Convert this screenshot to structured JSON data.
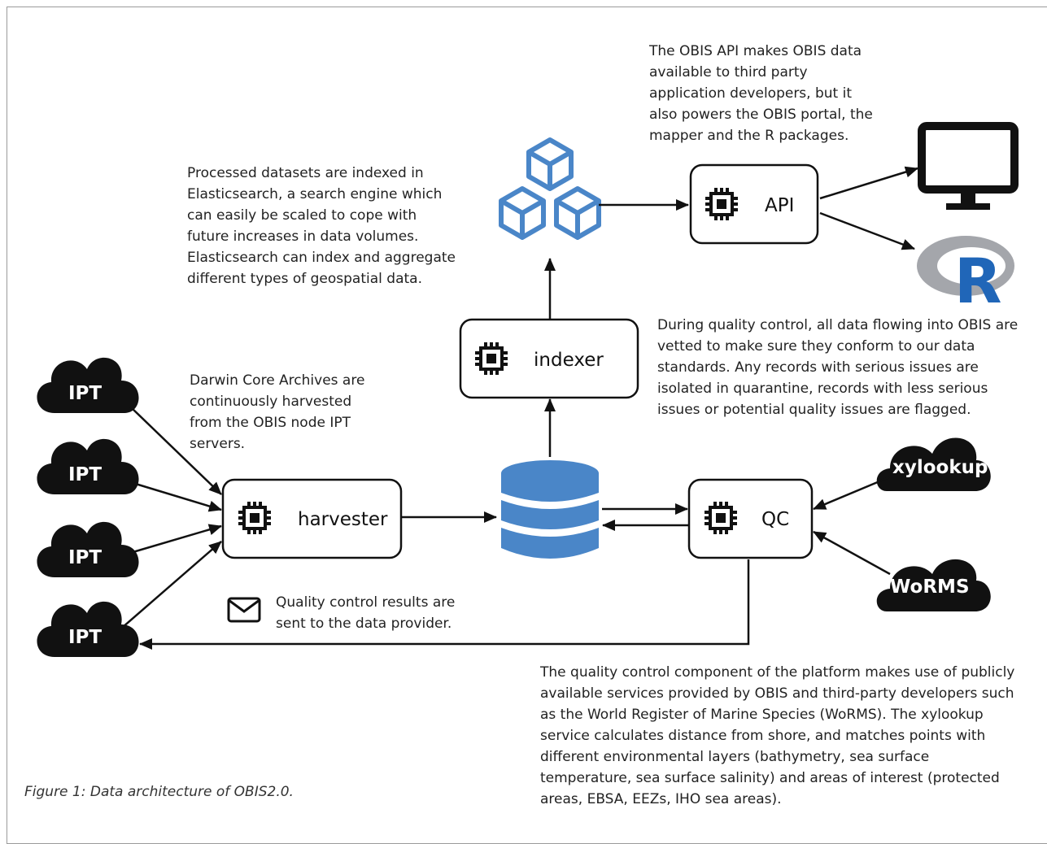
{
  "nodes": {
    "harvester": "harvester",
    "indexer": "indexer",
    "api": "API",
    "qc": "QC",
    "ipt": [
      "IPT",
      "IPT",
      "IPT",
      "IPT"
    ],
    "xylookup": "xylookup",
    "worms": "WoRMS",
    "r_logo": "R"
  },
  "notes": {
    "api": "The OBIS API makes OBIS data\navailable to third party\napplication developers, but it\nalso powers the OBIS portal, the\nmapper and the R packages.",
    "elasticsearch": "Processed datasets are indexed in\nElasticsearch, a search engine which\ncan easily be scaled to cope with\nfuture increases in data volumes.\nElasticsearch can index and aggregate\ndifferent types of geospatial data.",
    "qc_flow": "During quality control, all data flowing into OBIS are\nvetted to make sure they conform to our data\nstandards. Any records with serious issues are\nisolated in quarantine, records with less serious\nissues or potential quality issues are flagged.",
    "darwin": "Darwin Core Archives are\ncontinuously harvested\nfrom the OBIS node IPT\nservers.",
    "qc_results": "Quality control results are\nsent to the data provider.",
    "qc_component": "The quality control component of the platform makes use of publicly\navailable services provided by OBIS and third-party developers such\nas the World Register of Marine Species (WoRMS). The xylookup\nservice calculates distance from shore, and matches points with\ndifferent environmental layers (bathymetry, sea surface\ntemperature, sea surface salinity) and areas of interest (protected\nareas, EBSA, EEZs, IHO sea areas)."
  },
  "caption": "Figure 1: Data architecture of OBIS2.0.",
  "colors": {
    "accent_blue": "#4a86c8",
    "cloud": "#111111",
    "r_blue": "#2066b8",
    "r_gray": "#a4a6ab"
  }
}
